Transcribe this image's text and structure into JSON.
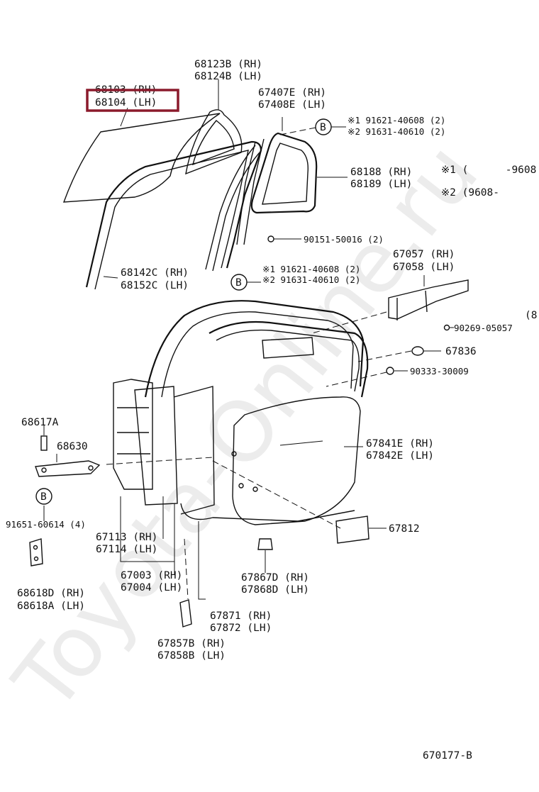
{
  "watermark": "Toyota-Online.ru",
  "diagram_code": "670177-B",
  "highlight_color": "#8b1a2c",
  "labels": {
    "glass_rh": "68103 (RH)",
    "glass_lh": "68104 (LH)",
    "channel_rh": "68123B (RH)",
    "channel_lh": "68124B (LH)",
    "quarter_frame_rh": "67407E (RH)",
    "quarter_frame_lh": "67408E (LH)",
    "screw_b1": "※1 91621-40608 (2)",
    "screw_b2": "※2 91631-40610 (2)",
    "quarter_glass_rh": "68188 (RH)",
    "quarter_glass_lh": "68189 (LH)",
    "date_note_1": "※1 (      -9608",
    "date_note_2": "※2 (9608-",
    "screw_90151": "90151-50016 (2)",
    "run_channel_rh": "68142C (RH)",
    "run_channel_lh": "68152C (LH)",
    "screw_b3": "※1 91621-40608 (2)",
    "screw_b4": "※2 91631-40610 (2)",
    "check_rh": "67057 (RH)",
    "check_lh": "67058 (LH)",
    "side_note": "(8",
    "bolt_90269": "90269-05057",
    "plug_67836": "67836",
    "ring_90333": "90333-30009",
    "hinge_check": "68617A",
    "link_68630": "68630",
    "cover_rh": "67841E (RH)",
    "cover_lh": "67842E (LH)",
    "bolt_91651": "91651-60614 (4)",
    "pad_67812": "67812",
    "frame_rh": "67113 (RH)",
    "frame_lh": "67114 (LH)",
    "door_rh": "67003 (RH)",
    "door_lh": "67004 (LH)",
    "hinge_rh": "68618D (RH)",
    "hinge_lh": "68618A (LH)",
    "retainer_rh": "67867D (RH)",
    "retainer_lh": "67868D (LH)",
    "weather_rh": "67871 (RH)",
    "weather_lh": "67872 (LH)",
    "tape_rh": "67857B (RH)",
    "tape_lh": "67858B (LH)",
    "callout_b": "B"
  }
}
